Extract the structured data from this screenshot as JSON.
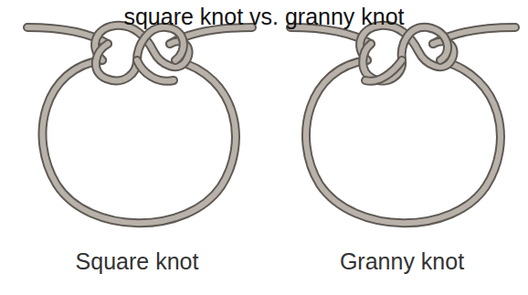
{
  "diagram": {
    "title": "square knot vs. granny knot",
    "labels": [
      "Square knot",
      "Granny knot"
    ]
  }
}
